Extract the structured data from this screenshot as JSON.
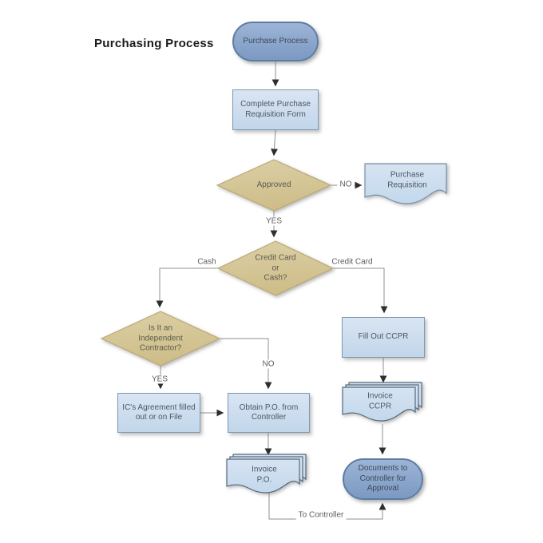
{
  "title": "Purchasing Process",
  "nodes": {
    "purchase_process": {
      "type": "terminator",
      "label": "Purchase Process"
    },
    "complete_requisition_form": {
      "type": "process",
      "label": "Complete Purchase\nRequisition Form"
    },
    "approved": {
      "type": "decision",
      "label": "Approved"
    },
    "purchase_requisition": {
      "type": "document",
      "label": "Purchase\nRequisition"
    },
    "credit_card_or_cash": {
      "type": "decision",
      "label": "Credit Card\nor\nCash?"
    },
    "independent_contractor": {
      "type": "decision",
      "label": "Is It an\nIndependent\nContractor?"
    },
    "ic_agreement": {
      "type": "process",
      "label": "IC's Agreement filled\nout or on File"
    },
    "obtain_po": {
      "type": "process",
      "label": "Obtain P.O. from\nController"
    },
    "fill_out_ccpr": {
      "type": "process",
      "label": "Fill Out CCPR"
    },
    "invoice_ccpr": {
      "type": "multi-document",
      "label": "Invoice\nCCPR"
    },
    "invoice_po": {
      "type": "multi-document",
      "label": "Invoice\nP.O."
    },
    "documents_to_controller": {
      "type": "terminator",
      "label": "Documents to\nController for\nApproval"
    }
  },
  "edge_labels": {
    "approved_no": "NO",
    "approved_yes": "YES",
    "cash": "Cash",
    "credit_card": "Credit Card",
    "contractor_yes": "YES",
    "contractor_no": "NO",
    "to_controller": "To Controller"
  },
  "colors": {
    "background": "#ffffff",
    "title_color": "#1b1b1b",
    "terminator_fill_light": "#9cb4d6",
    "terminator_fill": "#7c99c2",
    "terminator_border": "#5d7ca4",
    "terminator_text": "#3c4a59",
    "process_fill_light": "#d9e5f3",
    "process_fill": "#c2d6ea",
    "process_border": "#7e98b2",
    "process_text": "#4a5765",
    "decision_fill_light": "#dbcfa5",
    "decision_fill": "#cebd89",
    "decision_border": "#baa873",
    "decision_text": "#5b5c4d",
    "document_fill_light": "#d6e3f2",
    "document_fill": "#c3d8ec",
    "document_border": "#7a90a5",
    "document_text": "#4a5765",
    "multidoc_border": "#566a7d",
    "line": "#8f8f8f",
    "arrow": "#2e2e2e",
    "edge_label": "#5d5d5d"
  }
}
